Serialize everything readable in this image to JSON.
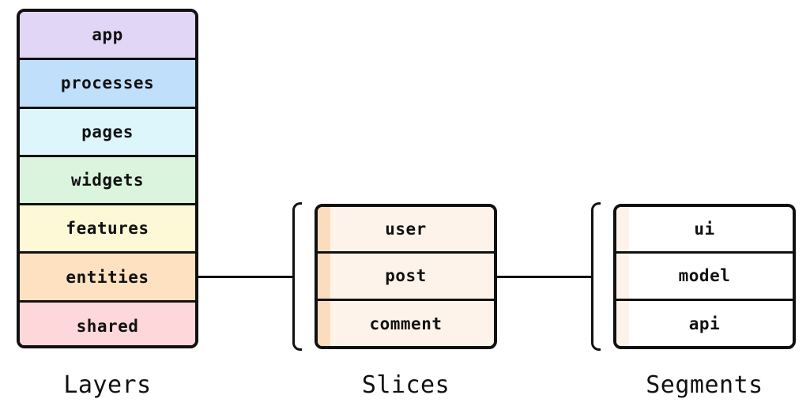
{
  "layers": {
    "caption": "Layers",
    "items": [
      {
        "label": "app",
        "color": "#e2d6f6"
      },
      {
        "label": "processes",
        "color": "#bfdffb"
      },
      {
        "label": "pages",
        "color": "#dcf6fc"
      },
      {
        "label": "widgets",
        "color": "#daf4de"
      },
      {
        "label": "features",
        "color": "#fdf8d6"
      },
      {
        "label": "entities",
        "color": "#fde1c1"
      },
      {
        "label": "shared",
        "color": "#fed7da"
      }
    ]
  },
  "slices": {
    "caption": "Slices",
    "items": [
      {
        "label": "user"
      },
      {
        "label": "post"
      },
      {
        "label": "comment"
      }
    ],
    "fill_color": "#fdf3ea",
    "accent_color": "#fbdcbd"
  },
  "segments": {
    "caption": "Segments",
    "items": [
      {
        "label": "ui"
      },
      {
        "label": "model"
      },
      {
        "label": "api"
      }
    ],
    "fill_color": "#ffffff",
    "accent_color": "#fdf3ea"
  }
}
